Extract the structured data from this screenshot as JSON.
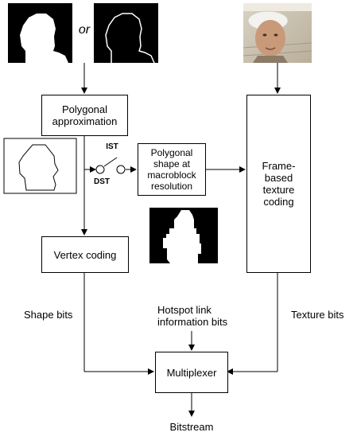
{
  "inputs": {
    "or_text": "or"
  },
  "boxes": {
    "polygonal_approximation": "Polygonal\napproximation",
    "polygonal_shape": "Polygonal\nshape at\nmacroblock\nresolution",
    "frame_texture": "Frame-\nbased\ntexture\ncoding",
    "vertex_coding": "Vertex coding",
    "multiplexer": "Multiplexer"
  },
  "switch": {
    "ist": "IST",
    "dst": "DST"
  },
  "labels": {
    "shape_bits": "Shape bits",
    "hotspot": "Hotspot  link\ninformation bits",
    "texture_bits": "Texture bits",
    "bitstream": "Bitstream"
  }
}
